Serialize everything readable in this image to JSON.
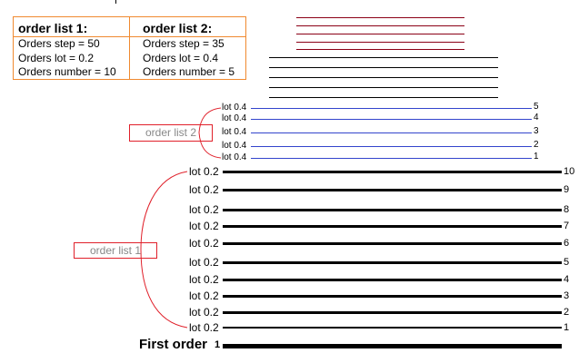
{
  "order_list_1": {
    "title": "order list 1:",
    "step": "Orders step = 50",
    "lot": "Orders lot = 0.2",
    "number": "Orders number = 10"
  },
  "order_list_2": {
    "title": "order list 2:",
    "step": "Orders step = 35",
    "lot": "Orders lot = 0.4",
    "number": "Orders number = 5"
  },
  "group_labels": {
    "list1": "order list 1",
    "list2": "order list 2"
  },
  "list2_orders": [
    {
      "label": "lot 0.4",
      "num": "5"
    },
    {
      "label": "lot 0.4",
      "num": "4"
    },
    {
      "label": "lot 0.4",
      "num": "3"
    },
    {
      "label": "lot 0.4",
      "num": "2"
    },
    {
      "label": "lot 0.4",
      "num": "1"
    }
  ],
  "list1_orders": [
    {
      "label": "lot 0.2",
      "num": "10"
    },
    {
      "label": "lot 0.2",
      "num": "9"
    },
    {
      "label": "lot 0.2",
      "num": "8"
    },
    {
      "label": "lot 0.2",
      "num": "7"
    },
    {
      "label": "lot 0.2",
      "num": "6"
    },
    {
      "label": "lot 0.2",
      "num": "5"
    },
    {
      "label": "lot 0.2",
      "num": "4"
    },
    {
      "label": "lot 0.2",
      "num": "3"
    },
    {
      "label": "lot 0.2",
      "num": "2"
    },
    {
      "label": "lot 0.2",
      "num": "1"
    }
  ],
  "first_order": {
    "label": "First order",
    "num": "1"
  },
  "colors": {
    "border": "#f08a30",
    "list2_line": "#3344cc",
    "red_line": "#8b0016",
    "bracket": "#e0202a"
  }
}
